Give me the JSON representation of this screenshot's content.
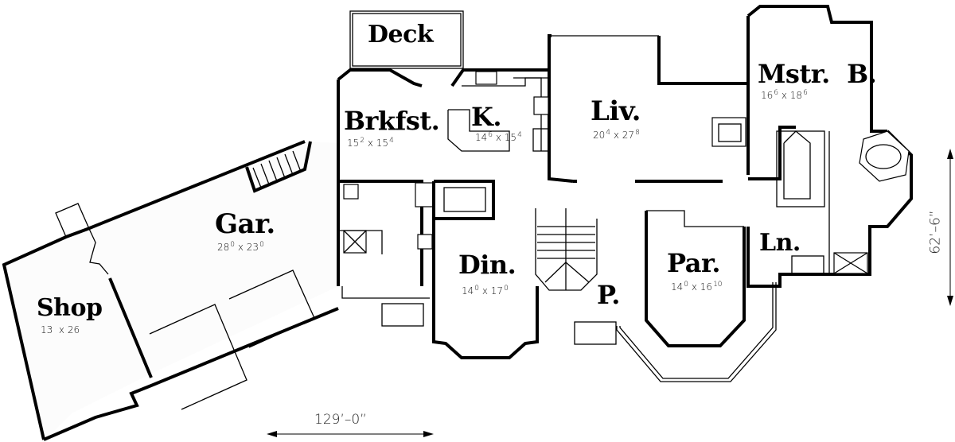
{
  "plan": {
    "type": "floor-plan",
    "rooms": [
      {
        "id": "deck",
        "label": "Deck",
        "dim_w": "",
        "dim_w_sup": "",
        "dim_h": "",
        "dim_h_sup": ""
      },
      {
        "id": "brkfst",
        "label": "Brkfst.",
        "dim_w": "15",
        "dim_w_sup": "2",
        "dim_h": "15",
        "dim_h_sup": "4"
      },
      {
        "id": "kitchen",
        "label": "K.",
        "dim_w": "14",
        "dim_w_sup": "6",
        "dim_h": "15",
        "dim_h_sup": "4"
      },
      {
        "id": "liv",
        "label": "Liv.",
        "dim_w": "20",
        "dim_w_sup": "4",
        "dim_h": "27",
        "dim_h_sup": "8"
      },
      {
        "id": "mstr",
        "label": "Mstr.  B.",
        "dim_w": "16",
        "dim_w_sup": "6",
        "dim_h": "18",
        "dim_h_sup": "6"
      },
      {
        "id": "gar",
        "label": "Gar.",
        "dim_w": "28",
        "dim_w_sup": "0",
        "dim_h": "23",
        "dim_h_sup": "0"
      },
      {
        "id": "din",
        "label": "Din.",
        "dim_w": "14",
        "dim_w_sup": "0",
        "dim_h": "17",
        "dim_h_sup": "0"
      },
      {
        "id": "par",
        "label": "Par.",
        "dim_w": "14",
        "dim_w_sup": "0",
        "dim_h": "16",
        "dim_h_sup": "10"
      },
      {
        "id": "porch",
        "label": "P.",
        "dim_w": "",
        "dim_w_sup": "",
        "dim_h": "",
        "dim_h_sup": ""
      },
      {
        "id": "ln",
        "label": "Ln.",
        "dim_w": "",
        "dim_w_sup": "",
        "dim_h": "",
        "dim_h_sup": ""
      },
      {
        "id": "shop",
        "label": "Shop",
        "dim_w": "13",
        "dim_w_sup": "",
        "dim_h": "26",
        "dim_h_sup": ""
      }
    ],
    "overall_width": "129’–0”",
    "overall_depth": "62’–6”",
    "dim_separator": "x"
  }
}
